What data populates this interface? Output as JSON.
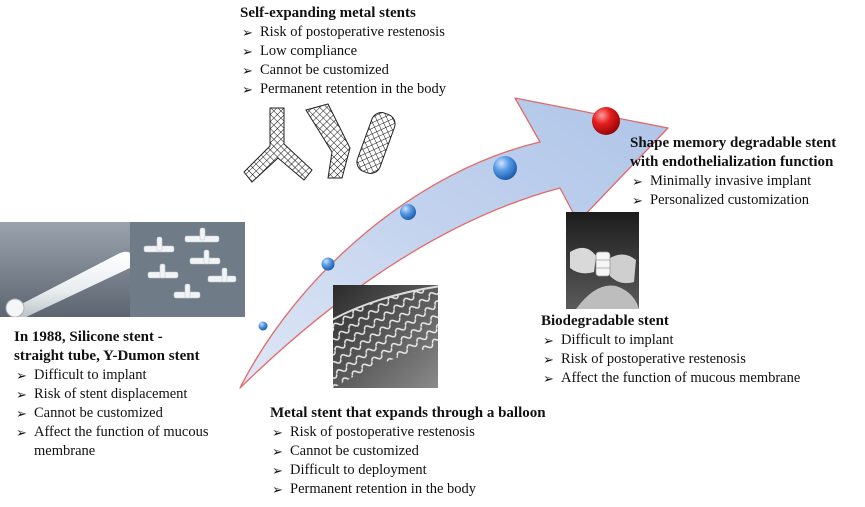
{
  "colors": {
    "arrow_fill": "#c3d3ee",
    "arrow_edge": "#e06a6a",
    "node_blue": "#4f8fd8",
    "node_red": "#e51e1e"
  },
  "bullet_glyph": "➢",
  "stages": {
    "silicone": {
      "title_lines": [
        "In 1988, Silicone stent -",
        "straight tube, Y-Dumon stent"
      ],
      "items": [
        "Difficult to implant",
        "Risk of stent displacement",
        "Cannot be customized",
        "Affect the function of mucous membrane"
      ]
    },
    "self_expanding": {
      "title_lines": [
        "Self-expanding metal stents"
      ],
      "items": [
        "Risk of postoperative restenosis",
        "Low compliance",
        "Cannot be customized",
        "Permanent retention in the body"
      ]
    },
    "balloon": {
      "title_lines": [
        "Metal stent that expands through a balloon"
      ],
      "items": [
        "Risk of postoperative restenosis",
        "Cannot be customized",
        "Difficult to deployment",
        "Permanent retention in the body"
      ]
    },
    "biodegradable": {
      "title_lines": [
        "Biodegradable stent"
      ],
      "items": [
        "Difficult to implant",
        "Risk of postoperative restenosis",
        "Affect the function of mucous membrane"
      ]
    },
    "shape_memory": {
      "title_lines": [
        "Shape memory degradable stent",
        "with endothelialization function"
      ],
      "items": [
        "Minimally invasive implant",
        "Personalized customization"
      ]
    }
  }
}
